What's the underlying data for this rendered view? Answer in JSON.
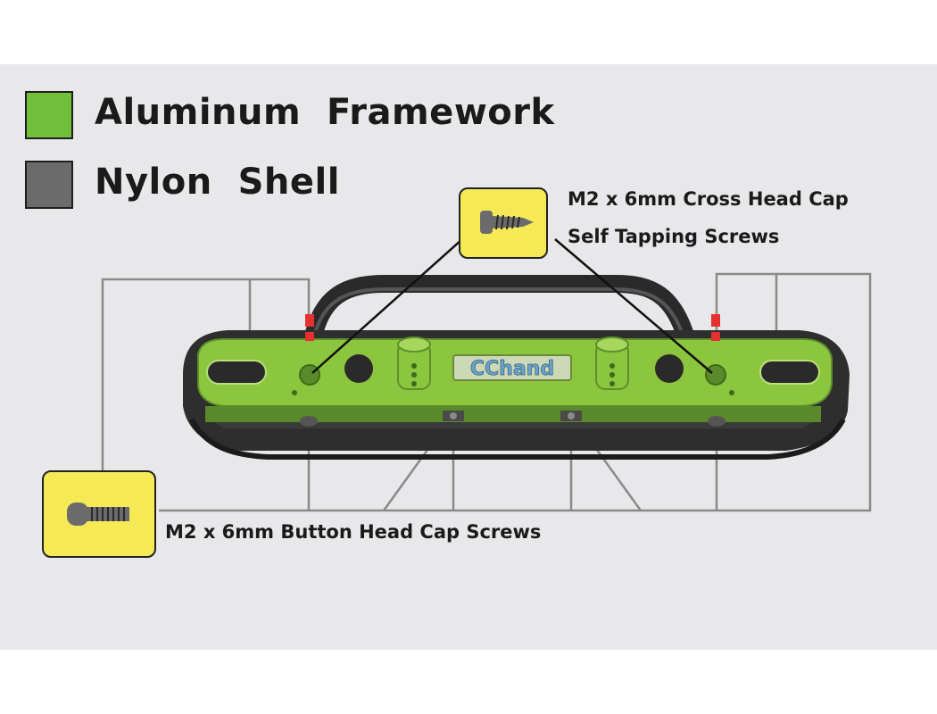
{
  "legend": {
    "items": [
      {
        "label": "Aluminum  Framework",
        "color": "#6fbf3a"
      },
      {
        "label": "Nylon  Shell",
        "color": "#6b6b6b"
      }
    ]
  },
  "callouts": {
    "self_tapping": {
      "line1": "M2 x 6mm Cross Head Cap",
      "line2": "Self Tapping Screws",
      "icon": "self-tapping-screw-icon"
    },
    "button_head": {
      "label": "M2 x 6mm Button Head Cap Screws",
      "icon": "button-head-screw-icon"
    }
  },
  "part": {
    "logo_text": "CChand",
    "frame_color": "#8cc63f",
    "shell_color": "#2e2e2e",
    "background_color": "#e8e8ea",
    "icon_box_color": "#f5ea56"
  }
}
